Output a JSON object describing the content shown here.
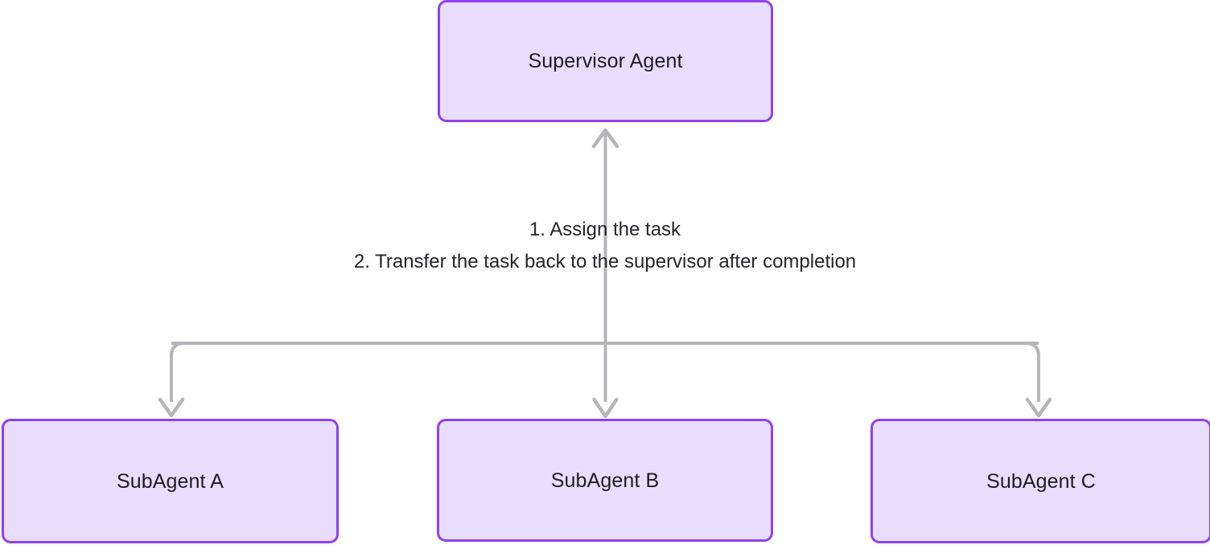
{
  "diagram": {
    "title": "Supervisor Agent multi-agent handoff diagram",
    "background_color": "#ffffff",
    "node_fill_color": "#e8ddfd",
    "node_border_color": "#8f40ef",
    "connector_color": "#b5b5ba",
    "text_color": "#1d1b26"
  },
  "nodes": {
    "supervisor": {
      "label": "Supervisor Agent"
    },
    "subagent_a": {
      "label": "SubAgent A"
    },
    "subagent_b": {
      "label": "SubAgent B"
    },
    "subagent_c": {
      "label": "SubAgent C"
    }
  },
  "edge_label": {
    "line1": "1. Assign the task",
    "line2": "2. Transfer the task back to the supervisor after completion"
  }
}
